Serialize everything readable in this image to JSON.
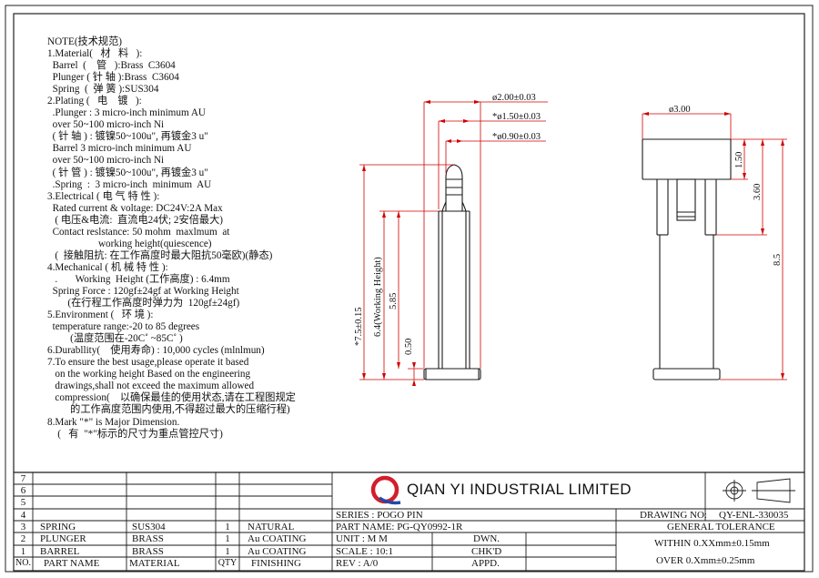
{
  "notes": [
    "NOTE(技术规范)",
    "1.Material(   材   料   ):",
    "  Barrel  (    管   ):Brass  C3604",
    "  Plunger ( 针 轴 ):Brass  C3604",
    "  Spring  (  弹 簧 ):SUS304",
    "2.Plating (   电    镀   ):",
    "  .Plunger : 3 micro-inch minimum AU",
    "  over 50~100 micro-inch Ni",
    "  ( 针 轴 ) : 镀镍50~100u\", 再镀金3 u\"",
    "  Barrel 3 micro-inch minimum AU",
    "  over 50~100 micro-inch Ni",
    "  ( 针 管 ) : 镀镍50~100u\", 再镀金3 u\"",
    "  .Spring  :  3 micro-inch  minimum  AU",
    "3.Electrical ( 电 气 特 性 ):",
    "  Rated current & voltage: DC24V:2A Max",
    "   ( 电压&电流:  直流电24伏; 2安倍最大)",
    "  Contact reslstance: 50 mohm  maxlmum  at",
    "                    working height(quiescence)",
    "   (  接触阻抗: 在工作高度时最大阻抗50毫欧)(静态)",
    "4.Mechanical ( 机 械 特 性 ):",
    "   .       Working  Height (工作高度) : 6.4mm",
    "  Spring Force : 120gf±24gf at Working Height",
    "        (在行程工作高度时弹力为  120gf±24gf)",
    "5.Environment (   环 境 ):",
    "  temperature range:-20 to 85 degrees",
    "         (温度范围在-20C˚ ~85C˚ )",
    "6.Durabllity(    使用寿命) : 10,000 cycles (mlnlmun)",
    "7.To ensure the best usage,please operate it based",
    "   on the working height Based on the engineering",
    "   drawings,shall not exceed the maximum allowed",
    "   compression(    以确保最佳的使用状态,请在工程图规定",
    "         的工作高度范围内使用,不得超过最大的压缩行程)",
    "8.Mark \"*\" is Major Dimension.",
    "    (   有  \"*\"标示的尺寸为重点管控尺寸)"
  ],
  "dimensions": {
    "d200": "ø2.00±0.03",
    "d150": "*ø1.50±0.03",
    "d090": "*ø0.90±0.03",
    "d300": "ø3.00",
    "v750": "*7.5±0.15",
    "v640": "6.4(Working Height)",
    "v585": "5.85",
    "v050": "0.50",
    "v150": "1.50",
    "v360": "3.60",
    "v85": "8.5"
  },
  "revision_rows": [
    "7",
    "6",
    "5",
    "4"
  ],
  "bom": {
    "header": {
      "no": "NO.",
      "part": "PART NAME",
      "material": "MATERIAL",
      "qty": "QTY",
      "finish": "FINISHING"
    },
    "rows": [
      {
        "no": "3",
        "part": "SPRING",
        "material": "SUS304",
        "qty": "1",
        "finish": "NATURAL"
      },
      {
        "no": "2",
        "part": "PLUNGER",
        "material": "BRASS",
        "qty": "1",
        "finish": "Au COATING"
      },
      {
        "no": "1",
        "part": "BARREL",
        "material": "BRASS",
        "qty": "1",
        "finish": "Au COATING"
      }
    ]
  },
  "title_block": {
    "company": "QIAN  YI  INDUSTRIAL  LIMITED",
    "logo_letter": "Q",
    "series": "SERIES : POGO  PIN",
    "part_name": "PART NAME: PG-QY0992-1R",
    "unit": "UNIT   : M M",
    "scale": "SCALE : 10:1",
    "rev": "REV   : A/0",
    "dwn": "DWN.",
    "chkd": "CHK'D",
    "appd": "APPD.",
    "drawing_no_label": "DRAWING NO:",
    "drawing_no": "QY-ENL-330035",
    "general_tolerance": "GENERAL TOLERANCE",
    "tol1": "WITHIN 0.XXmm±0.15mm",
    "tol2": "OVER   0.Xmm±0.25mm"
  },
  "colors": {
    "line": "#1a1a1a",
    "dimension": "#d00000",
    "logo_red": "#d21f2b",
    "logo_blue": "#1f4aa8"
  }
}
